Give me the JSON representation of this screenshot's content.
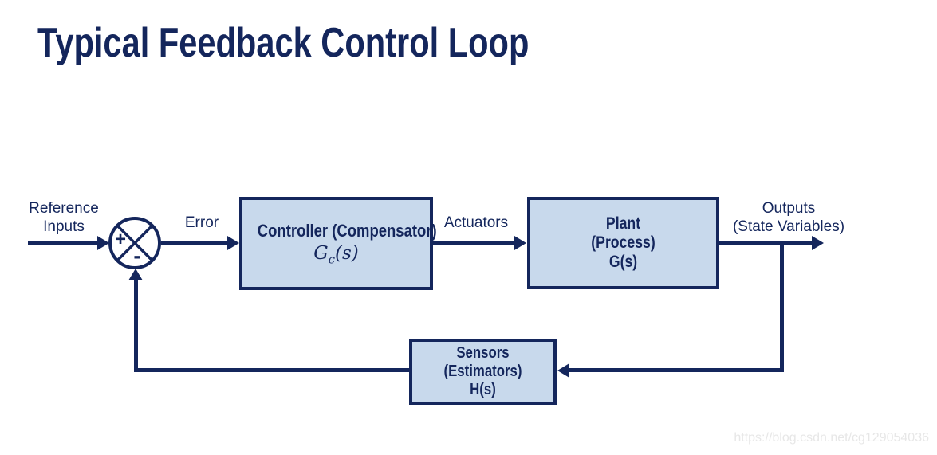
{
  "title": "Typical Feedback Control Loop",
  "colors": {
    "navy": "#14265c",
    "block_fill": "#c8d9ec",
    "watermark_gray": "#e7e7e7"
  },
  "labels": {
    "reference_inputs_line1": "Reference",
    "reference_inputs_line2": "Inputs",
    "error": "Error",
    "actuators": "Actuators",
    "outputs_line1": "Outputs",
    "outputs_line2": "(State Variables)",
    "sum_plus": "+",
    "sum_minus": "-"
  },
  "blocks": {
    "controller": {
      "line1": "Controller (Compensator)",
      "tf_g": "G",
      "tf_sub": "c",
      "tf_rest": "(s)"
    },
    "plant": {
      "line1": "Plant",
      "line2": "(Process)",
      "line3": "G(s)"
    },
    "sensors": {
      "line1": "Sensors",
      "line2": "(Estimators)",
      "line3": "H(s)"
    }
  },
  "watermark": "https://blog.csdn.net/cg129054036"
}
